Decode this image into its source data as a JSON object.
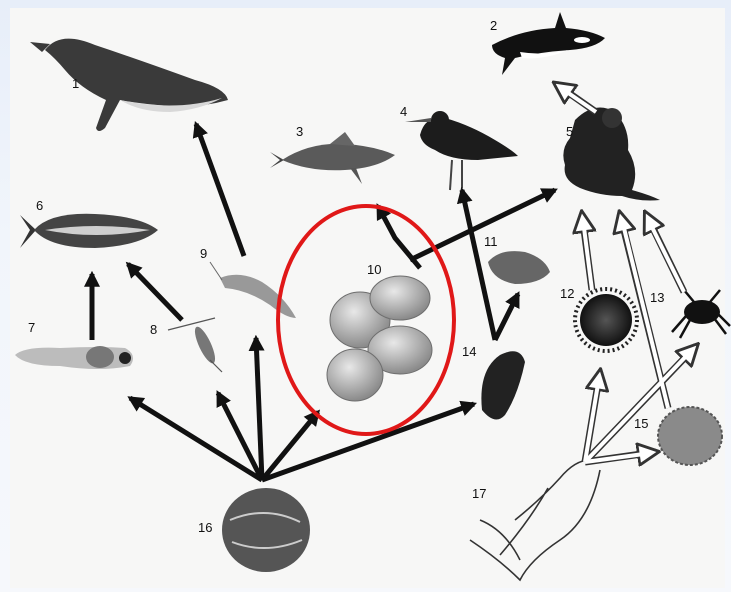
{
  "diagram": {
    "nodes": [
      {
        "id": "1",
        "label": "1",
        "icon": "humpback-whale-icon"
      },
      {
        "id": "2",
        "label": "2",
        "icon": "orca-icon"
      },
      {
        "id": "3",
        "label": "3",
        "icon": "fish-icon"
      },
      {
        "id": "4",
        "label": "4",
        "icon": "oystercatcher-bird-icon"
      },
      {
        "id": "5",
        "label": "5",
        "icon": "sea-otter-icon"
      },
      {
        "id": "6",
        "label": "6",
        "icon": "small-fish-icon"
      },
      {
        "id": "7",
        "label": "7",
        "icon": "fish-larva-icon"
      },
      {
        "id": "8",
        "label": "8",
        "icon": "copepod-icon"
      },
      {
        "id": "9",
        "label": "9",
        "icon": "krill-icon"
      },
      {
        "id": "10",
        "label": "10",
        "icon": "clams-icon"
      },
      {
        "id": "11",
        "label": "11",
        "icon": "snail-icon"
      },
      {
        "id": "12",
        "label": "12",
        "icon": "sea-urchin-icon"
      },
      {
        "id": "13",
        "label": "13",
        "icon": "crab-icon"
      },
      {
        "id": "14",
        "label": "14",
        "icon": "mussel-icon"
      },
      {
        "id": "15",
        "label": "15",
        "icon": "coralline-algae-icon"
      },
      {
        "id": "16",
        "label": "16",
        "icon": "phytoplankton-icon"
      },
      {
        "id": "17",
        "label": "17",
        "icon": "kelp-icon"
      }
    ],
    "highlight": {
      "target": "10",
      "color": "#e01818"
    },
    "colors": {
      "solid_arrow": "#111111",
      "hollow_arrow": "#ffffff",
      "hollow_stroke": "#333333"
    }
  }
}
